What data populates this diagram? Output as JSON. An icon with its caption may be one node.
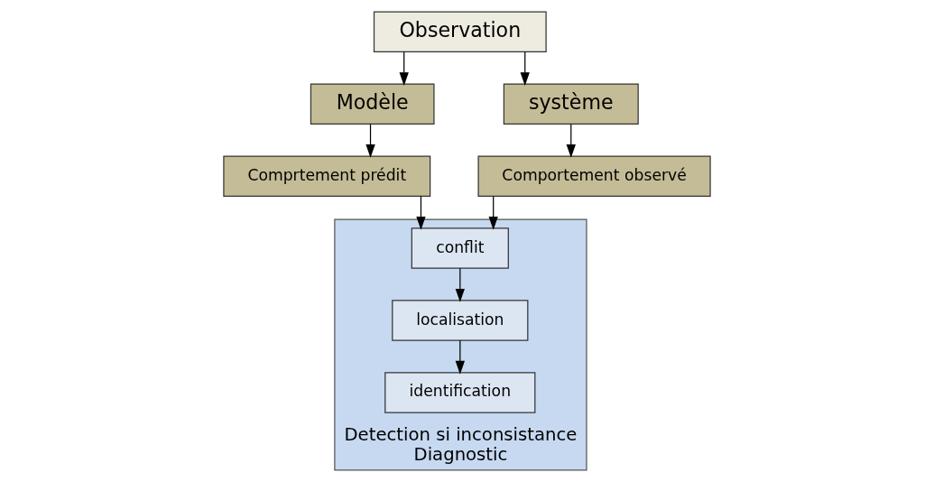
{
  "diagram": {
    "nodes": [
      {
        "text": [
          "Observation"
        ]
      },
      {
        "text": [
          "Modèle"
        ]
      },
      {
        "text": [
          "système"
        ]
      },
      {
        "text": [
          "Comprtement prédit"
        ]
      },
      {
        "text": [
          "Comportement observé"
        ]
      },
      {
        "text": [
          "Detection si inconsistance",
          "Diagnostic"
        ]
      },
      {
        "text": [
          "conflit"
        ],
        "in": 5
      },
      {
        "text": [
          "localisation"
        ],
        "in": 5
      },
      {
        "text": [
          "identification"
        ],
        "in": 5
      }
    ],
    "edges": [
      {
        "from": 0,
        "to": 1,
        "arrow": "to"
      },
      {
        "from": 0,
        "to": 2,
        "arrow": "to"
      },
      {
        "from": 1,
        "to": 3,
        "arrow": "to"
      },
      {
        "from": 2,
        "to": 4,
        "arrow": "to"
      },
      {
        "from": 3,
        "to": 6,
        "arrow": "to"
      },
      {
        "from": 4,
        "to": 6,
        "arrow": "to"
      },
      {
        "from": 6,
        "to": 7,
        "arrow": "to"
      },
      {
        "from": 7,
        "to": 8,
        "arrow": "to"
      }
    ]
  }
}
